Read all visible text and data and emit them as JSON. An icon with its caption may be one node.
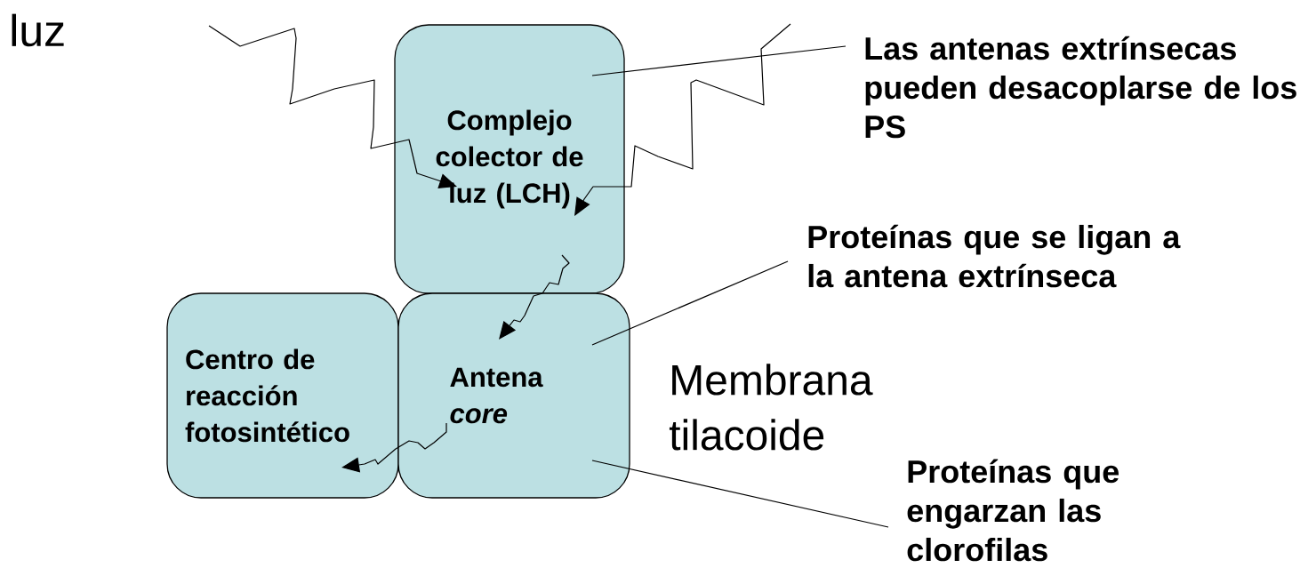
{
  "diagram": {
    "nodes": [
      {
        "text": [
          "Complejo colector de luz (LCH)"
        ]
      },
      {
        "text": [
          "Centro de reacción fotosintético"
        ]
      },
      {
        "text": [
          "Antena *core*"
        ]
      },
      {
        "text": [
          "Las antenas extrínsecas pueden desacoplarse de los PS"
        ]
      },
      {
        "text": [
          "Proteínas que se ligan a la antena extrínseca"
        ]
      },
      {
        "text": [
          "Proteínas que engarzan las clorofilas"
        ]
      }
    ],
    "edges": [
      {
        "from": null,
        "to": 0,
        "arrow": "to"
      },
      {
        "from": null,
        "to": 0,
        "arrow": "to"
      },
      {
        "from": 0,
        "to": 2,
        "arrow": "to"
      },
      {
        "from": 2,
        "to": 1,
        "arrow": "to"
      },
      {
        "from": 3,
        "to": 0,
        "arrow": "none"
      },
      {
        "from": 4,
        "to": 2,
        "arrow": "none"
      },
      {
        "from": 5,
        "to": 2,
        "arrow": "none"
      }
    ],
    "labels": [
      "luz",
      "Membrana tilacoide"
    ]
  }
}
